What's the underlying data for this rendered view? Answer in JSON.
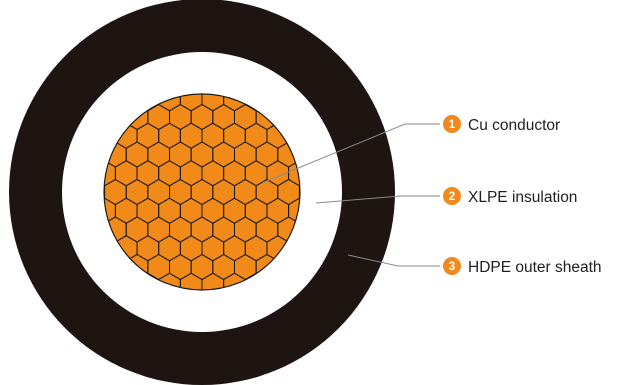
{
  "colors": {
    "sheath": "#1e1512",
    "insulation": "#ffffff",
    "conductor_fill": "#f28a1a",
    "conductor_lines": "#1a1a1a",
    "badge": "#f0891e",
    "leader": "#8a8a8a",
    "text": "#1f1f1f"
  },
  "labels": [
    {
      "number": "1",
      "text": "Cu conductor"
    },
    {
      "number": "2",
      "text": "XLPE insulation"
    },
    {
      "number": "3",
      "text": "HDPE outer sheath"
    }
  ]
}
